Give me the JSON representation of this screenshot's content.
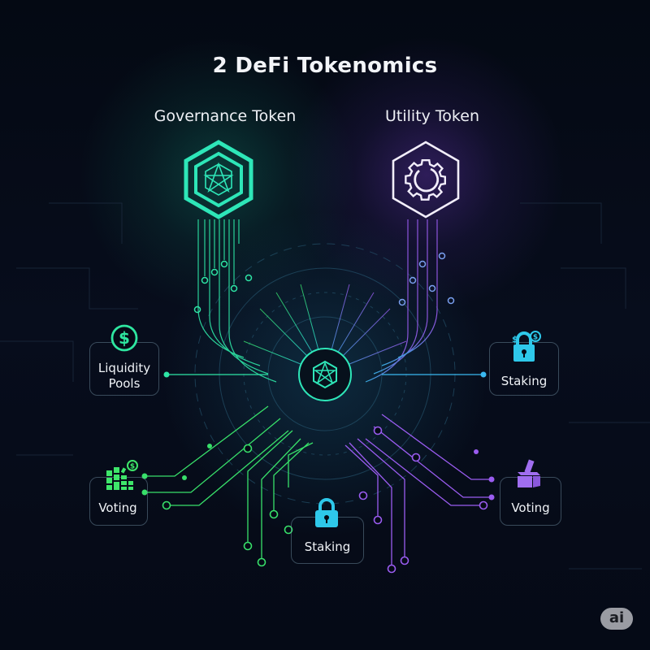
{
  "title": "2 DeFi Tokenomics",
  "tokens": [
    {
      "label": "Governance Token",
      "icon": "hexagon-star-icon",
      "color": "#2ee6b8"
    },
    {
      "label": "Utility Token",
      "icon": "hexagon-gear-icon",
      "color": "#8f5cf0"
    }
  ],
  "center_hub": {
    "icon": "hexagon-star-icon",
    "color": "#2ee6b8"
  },
  "nodes": {
    "liquidity_pools": {
      "label_line1": "Liquidity",
      "label_line2": "Pools",
      "icon": "dollar-circle-icon",
      "color": "#2ee6a0"
    },
    "staking_right": {
      "label": "Staking",
      "icon": "padlock-coin-icon",
      "color": "#2ec8ea"
    },
    "voting_left": {
      "label": "Voting",
      "icon": "bar-blocks-coin-icon",
      "color": "#3ee66a"
    },
    "voting_right": {
      "label": "Voting",
      "icon": "ballot-box-icon",
      "color": "#a06ef0"
    },
    "staking_center": {
      "label": "Staking",
      "icon": "padlock-icon",
      "color": "#2ec8ea"
    }
  },
  "colors": {
    "background": "#050a16",
    "green": "#36e07a",
    "teal": "#2ee6b8",
    "cyan": "#3ab8f0",
    "purple": "#9a5cf0"
  },
  "watermark": {
    "label": "ai"
  }
}
